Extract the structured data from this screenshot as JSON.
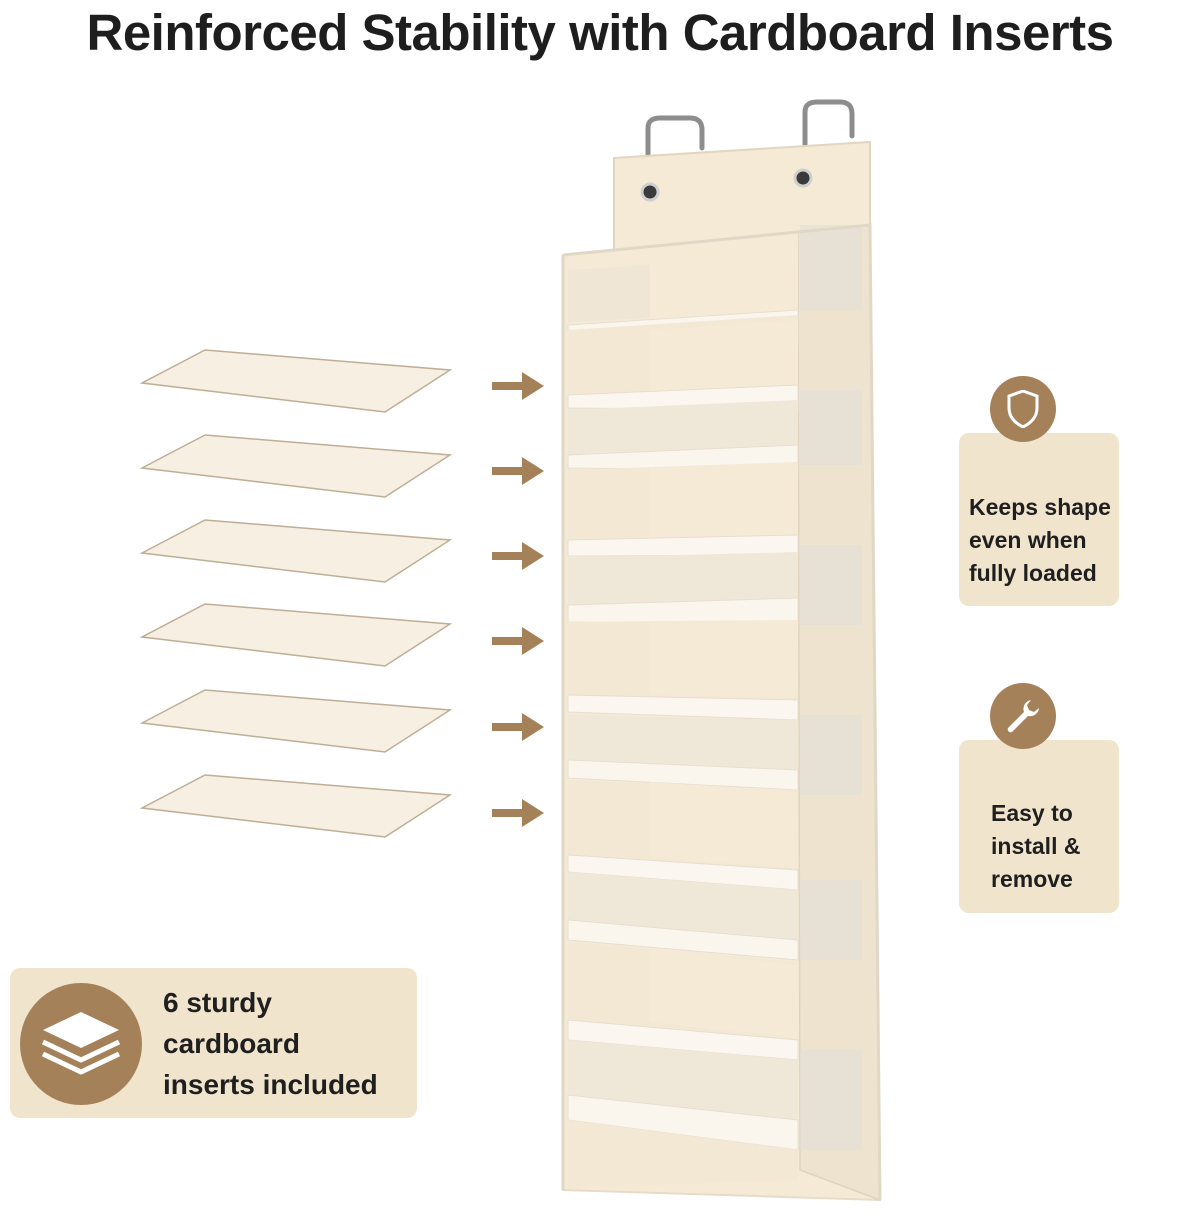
{
  "title": "Reinforced Stability with Cardboard Inserts",
  "callouts": {
    "shape": {
      "lines": [
        "Keeps shape",
        "even when",
        "fully loaded"
      ],
      "icon": "shield-icon"
    },
    "install": {
      "lines": [
        "Easy to",
        "install &",
        "remove"
      ],
      "icon": "wrench-icon"
    },
    "inserts": {
      "lines": [
        "6 sturdy",
        "cardboard",
        "inserts included"
      ],
      "icon": "layers-icon"
    }
  },
  "colors": {
    "accent": "#a5815a",
    "callout_bg": "#f1e4cd",
    "fabric": "#f4ead6",
    "board": "#f7efe2"
  }
}
